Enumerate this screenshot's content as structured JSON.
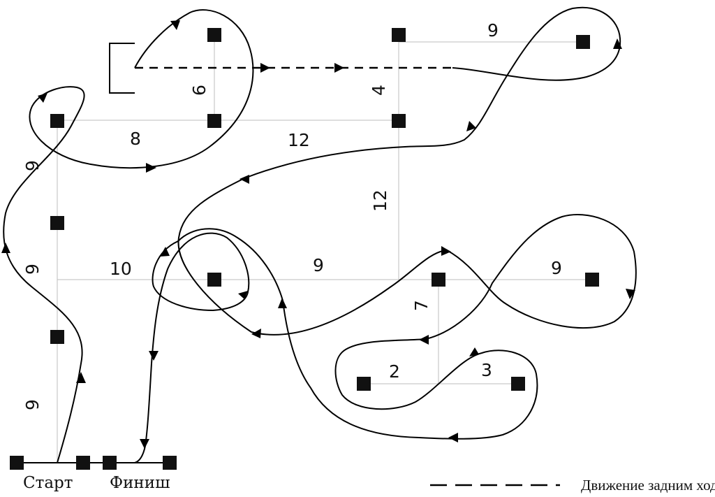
{
  "labels": {
    "start": "Старт",
    "finish": "Финиш",
    "legend_text": "Движение задним ходом"
  },
  "distances": {
    "d_top_9": "9",
    "d_6": "6",
    "d_4": "4",
    "d_8": "8",
    "d_12_h": "12",
    "d_12_v": "12",
    "d_left_9_top": "9",
    "d_left_9_mid": "9",
    "d_left_9_bottom": "9",
    "d_10": "10",
    "d_mid_9": "9",
    "d_right_9": "9",
    "d_7": "7",
    "d_2": "2",
    "d_3": "3"
  },
  "colors": {
    "ink": "#000000",
    "guide": "#bdbdbd",
    "background": "#ffffff"
  }
}
